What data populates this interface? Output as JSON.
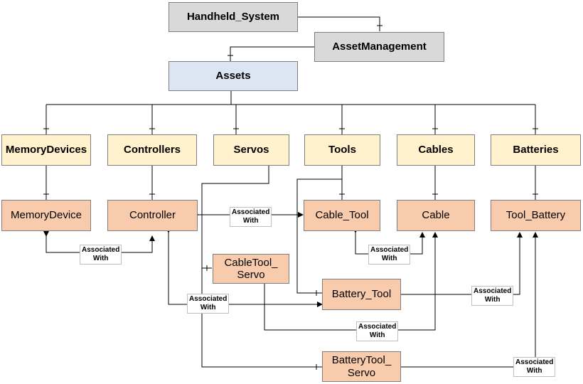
{
  "nodes": {
    "handheld_system": "Handheld_System",
    "asset_management": "AssetManagement",
    "assets": "Assets",
    "memory_devices": "MemoryDevices",
    "controllers": "Controllers",
    "servos": "Servos",
    "tools": "Tools",
    "cables": "Cables",
    "batteries": "Batteries",
    "memory_device": "MemoryDevice",
    "controller": "Controller",
    "cable_tool": "Cable_Tool",
    "cable": "Cable",
    "tool_battery": "Tool_Battery",
    "cabletool_servo_1": "CableTool_",
    "cabletool_servo_2": "Servo",
    "battery_tool": "Battery_Tool",
    "batterytool_servo_1": "BatteryTool_",
    "batterytool_servo_2": "Servo"
  },
  "relation": {
    "line1": "Associated",
    "line2": "With"
  },
  "colors": {
    "root": "#d9d9d9",
    "assets": "#dce6f2",
    "category": "#fff2cc",
    "entity": "#f8cbad",
    "border": "#7f7f7f",
    "line": "#000000"
  }
}
